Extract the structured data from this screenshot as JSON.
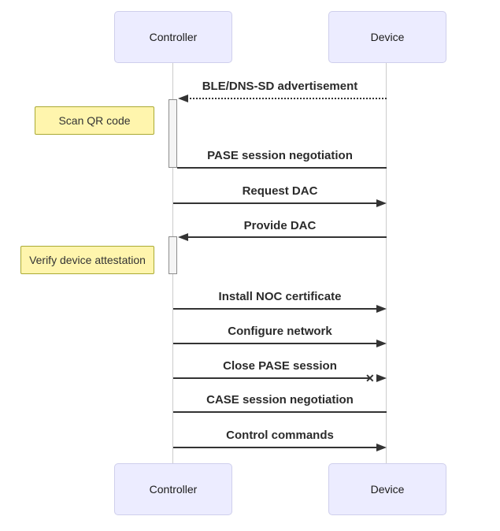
{
  "diagram": {
    "type": "sequence",
    "actors": {
      "controller": "Controller",
      "device": "Device"
    },
    "notes": [
      {
        "text": "Scan QR code",
        "side": "left-of-controller"
      },
      {
        "text": "Verify device attestation",
        "side": "left-of-controller"
      }
    ],
    "messages": [
      {
        "label": "BLE/DNS-SD advertisement",
        "from": "device",
        "to": "controller",
        "line": "dotted",
        "arrow": "left-filled"
      },
      {
        "label": "PASE session negotiation",
        "from": "controller",
        "to": "device",
        "line": "solid",
        "arrow": "none"
      },
      {
        "label": "Request DAC",
        "from": "controller",
        "to": "device",
        "line": "solid",
        "arrow": "right-filled"
      },
      {
        "label": "Provide DAC",
        "from": "device",
        "to": "controller",
        "line": "solid",
        "arrow": "left-filled"
      },
      {
        "label": "Install NOC certificate",
        "from": "controller",
        "to": "device",
        "line": "solid",
        "arrow": "right-filled"
      },
      {
        "label": "Configure network",
        "from": "controller",
        "to": "device",
        "line": "solid",
        "arrow": "right-filled"
      },
      {
        "label": "Close PASE session",
        "from": "controller",
        "to": "device",
        "line": "solid",
        "arrow": "right-cross"
      },
      {
        "label": "CASE session negotiation",
        "from": "controller",
        "to": "device",
        "line": "solid",
        "arrow": "none"
      },
      {
        "label": "Control commands",
        "from": "controller",
        "to": "device",
        "line": "solid",
        "arrow": "right-filled"
      }
    ],
    "cross_glyph": "✕",
    "colors": {
      "actor_fill": "#ECECFF",
      "actor_border": "#CFCFEC",
      "note_fill": "#FFF5AD",
      "note_border": "#AAAA33",
      "message_line": "#333333",
      "lifeline": "#CCCCCC",
      "activation_fill": "#F4F4F4",
      "activation_border": "#8C8C8C",
      "background": "#FFFFFF"
    }
  }
}
